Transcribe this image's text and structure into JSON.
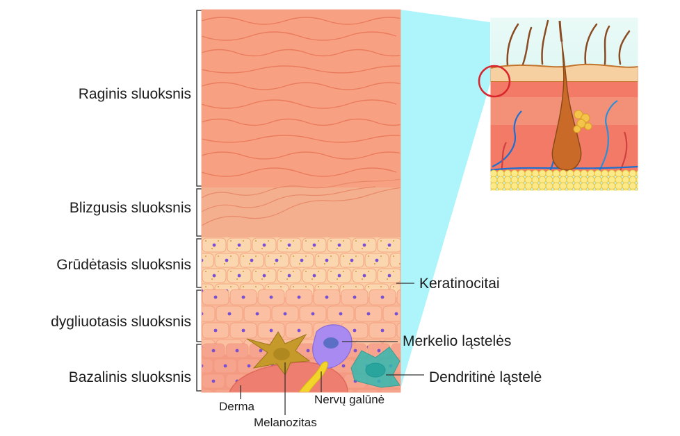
{
  "layers": [
    {
      "label": "Raginis sluoksnis"
    },
    {
      "label": "Blizgusis sluoksnis"
    },
    {
      "label": "Grūdėtasis sluoksnis"
    },
    {
      "label": "dygliuotasis sluoksnis"
    },
    {
      "label": "Bazalinis sluoksnis"
    }
  ],
  "callouts": {
    "keratinocytes": "Keratinocitai",
    "merkel": "Merkelio ląstelės",
    "dendritic": "Dendritinė ląstelė",
    "dermis": "Derma",
    "melanocyte": "Melanozitas",
    "nerve_ending": "Nervų galūnė"
  },
  "colors": {
    "corneum": "#f7a082",
    "corneum_lines": "#e86f55",
    "lucidum": "#f4b28e",
    "granulosum": "#fbd2a8",
    "spinosum": "#f9b99a",
    "basal": "#f59a86",
    "nucleus": "#7a4fd0",
    "merkel": "#a98af0",
    "melanocyte": "#c59a2a",
    "dendritic": "#33b8b0",
    "nerve": "#f2d42a",
    "zoom_connector": "#aef4fb",
    "zoom_circle": "#d8262c"
  }
}
